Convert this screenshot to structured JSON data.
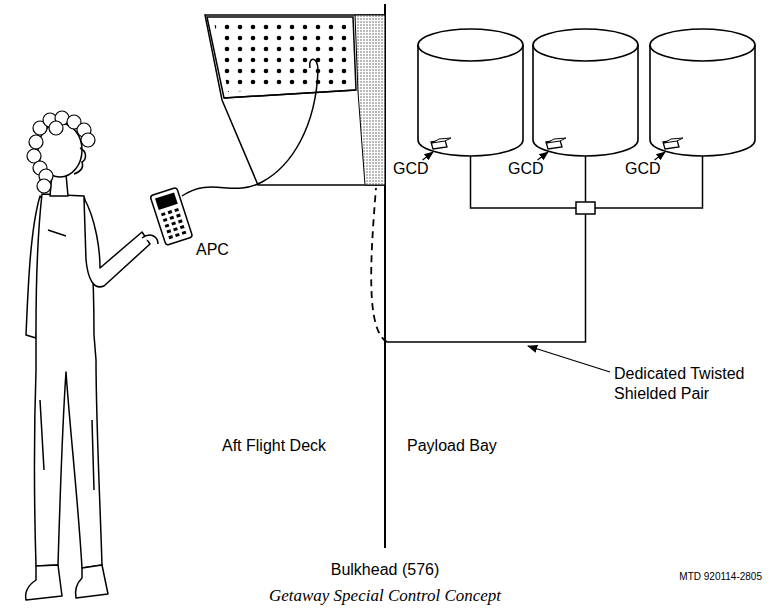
{
  "diagram": {
    "caption": "Getaway Special Control Concept",
    "nodes": [
      {
        "text": [
          "GCD"
        ]
      },
      {
        "text": [
          "GCD"
        ]
      },
      {
        "text": [
          "GCD"
        ]
      }
    ],
    "labels": [
      "APC",
      "Aft Flight Deck",
      "Payload Bay",
      "Dedicated Twisted Shielded Pair",
      "Bulkhead (576)",
      "MTD 920114-2805"
    ]
  }
}
